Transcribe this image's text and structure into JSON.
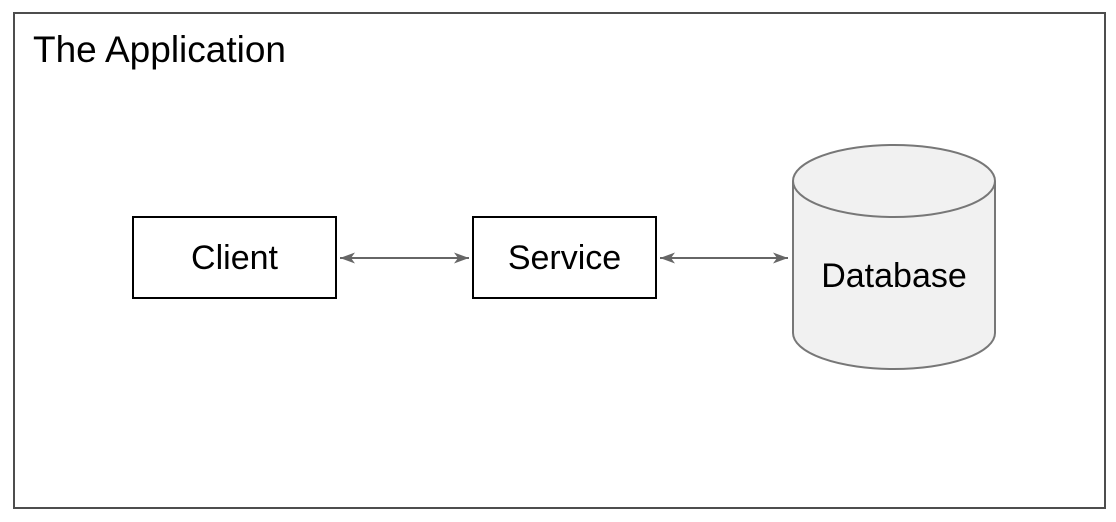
{
  "diagram": {
    "title": "The Application",
    "nodes": [
      {
        "id": "client",
        "label": "Client",
        "shape": "rectangle"
      },
      {
        "id": "service",
        "label": "Service",
        "shape": "rectangle"
      },
      {
        "id": "database",
        "label": "Database",
        "shape": "cylinder"
      }
    ],
    "edges": [
      {
        "from": "client",
        "to": "service",
        "direction": "bidirectional"
      },
      {
        "from": "service",
        "to": "database",
        "direction": "bidirectional"
      }
    ],
    "colors": {
      "background": "#ffffff",
      "frame_border": "#4d4d4d",
      "node_border": "#000000",
      "node_fill": "#ffffff",
      "arrow": "#666666",
      "cylinder_fill": "#f1f1f1",
      "cylinder_stroke": "#777777",
      "text": "#000000"
    }
  }
}
